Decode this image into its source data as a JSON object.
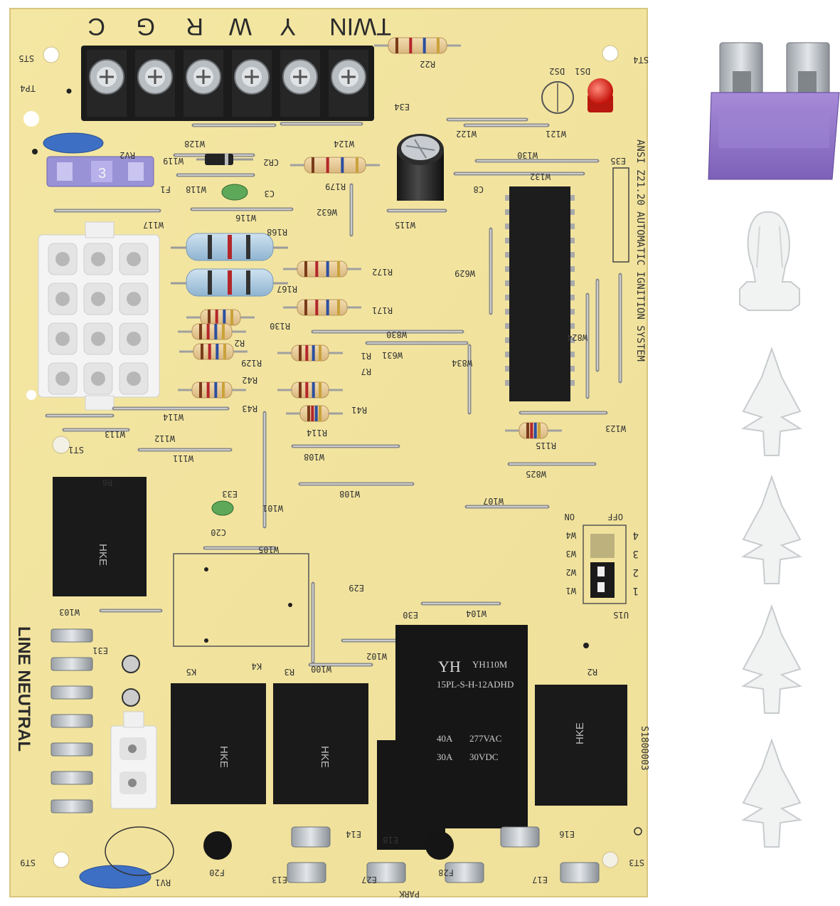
{
  "terminal_labels": [
    "C",
    "G",
    "R",
    "W",
    "Y",
    "TWIN"
  ],
  "board_side_text": "ANSI Z21.20 AUTOMATIC IGNITION SYSTEM",
  "line_neutral": "LINE NEUTRAL",
  "fuse_label": "3",
  "main_relay": {
    "brand": "YH",
    "model": "YH110M",
    "part": "15PL-S-H-12ADHD",
    "rating1_a": "40A",
    "rating1_v": "277VAC",
    "rating2_a": "30A",
    "rating2_v": "30VDC"
  },
  "small_relay_brand": "HKE",
  "dip_switch": {
    "title": "ON",
    "off_label": "OFF",
    "labels": [
      "1",
      "2",
      "3",
      "4"
    ],
    "w_labels": [
      "W1",
      "W2",
      "W3",
      "W4"
    ]
  },
  "ref_labels": {
    "W22": "W122",
    "W21": "W121",
    "W30": "W130",
    "W32": "W132",
    "W15": "W115",
    "W16": "W116",
    "W17": "W117",
    "W18": "W118",
    "W19": "W119",
    "W124": "W124",
    "W128": "W128",
    "W629": "W629",
    "W632": "W632",
    "W830": "W830",
    "W631": "W631",
    "W834": "W834",
    "W825": "W825",
    "W824": "W824",
    "W108a": "W108",
    "W108b": "W108",
    "W107": "W107",
    "W101": "W101",
    "W105": "W105",
    "W104": "W104",
    "W102": "W102",
    "W100": "W100",
    "W103": "W103",
    "W111": "W111",
    "W112": "W112",
    "W113": "W113",
    "W114": "W114",
    "W123": "W123",
    "R22": "R22",
    "R179": "R179",
    "R168": "R168",
    "R172": "R172",
    "R167": "R167",
    "R171": "R171",
    "R130": "R130",
    "R2": "R2",
    "R129": "R129",
    "R42": "R42",
    "R43": "R43",
    "R1": "R1",
    "R7": "R7",
    "R41": "R41",
    "R114": "R114",
    "R115": "R115",
    "R6": "R6",
    "R3": "R3",
    "R2b": "R2",
    "K5": "K5",
    "K4": "K4",
    "C3": "C3",
    "C8": "C8",
    "C20": "C20",
    "CR2": "CR2",
    "F1": "F1",
    "RV2": "RV2",
    "RV1": "RV1",
    "DS1": "DS1",
    "DS2": "DS2",
    "E33": "E33",
    "E29": "E29",
    "E30": "E30",
    "E31": "E31",
    "E14": "E14",
    "E16": "E16",
    "E17": "E17",
    "E13": "E13",
    "E27": "E27",
    "E18": "E18",
    "E34": "E34",
    "E35": "E35",
    "F20": "F20",
    "F28": "F28",
    "ST1": "ST1",
    "ST3": "ST3",
    "ST4": "ST4",
    "ST5": "ST5",
    "ST9": "ST9",
    "TP4": "TP4",
    "U1S": "U1S",
    "PARK": "PARK",
    "code": "S1800003"
  }
}
